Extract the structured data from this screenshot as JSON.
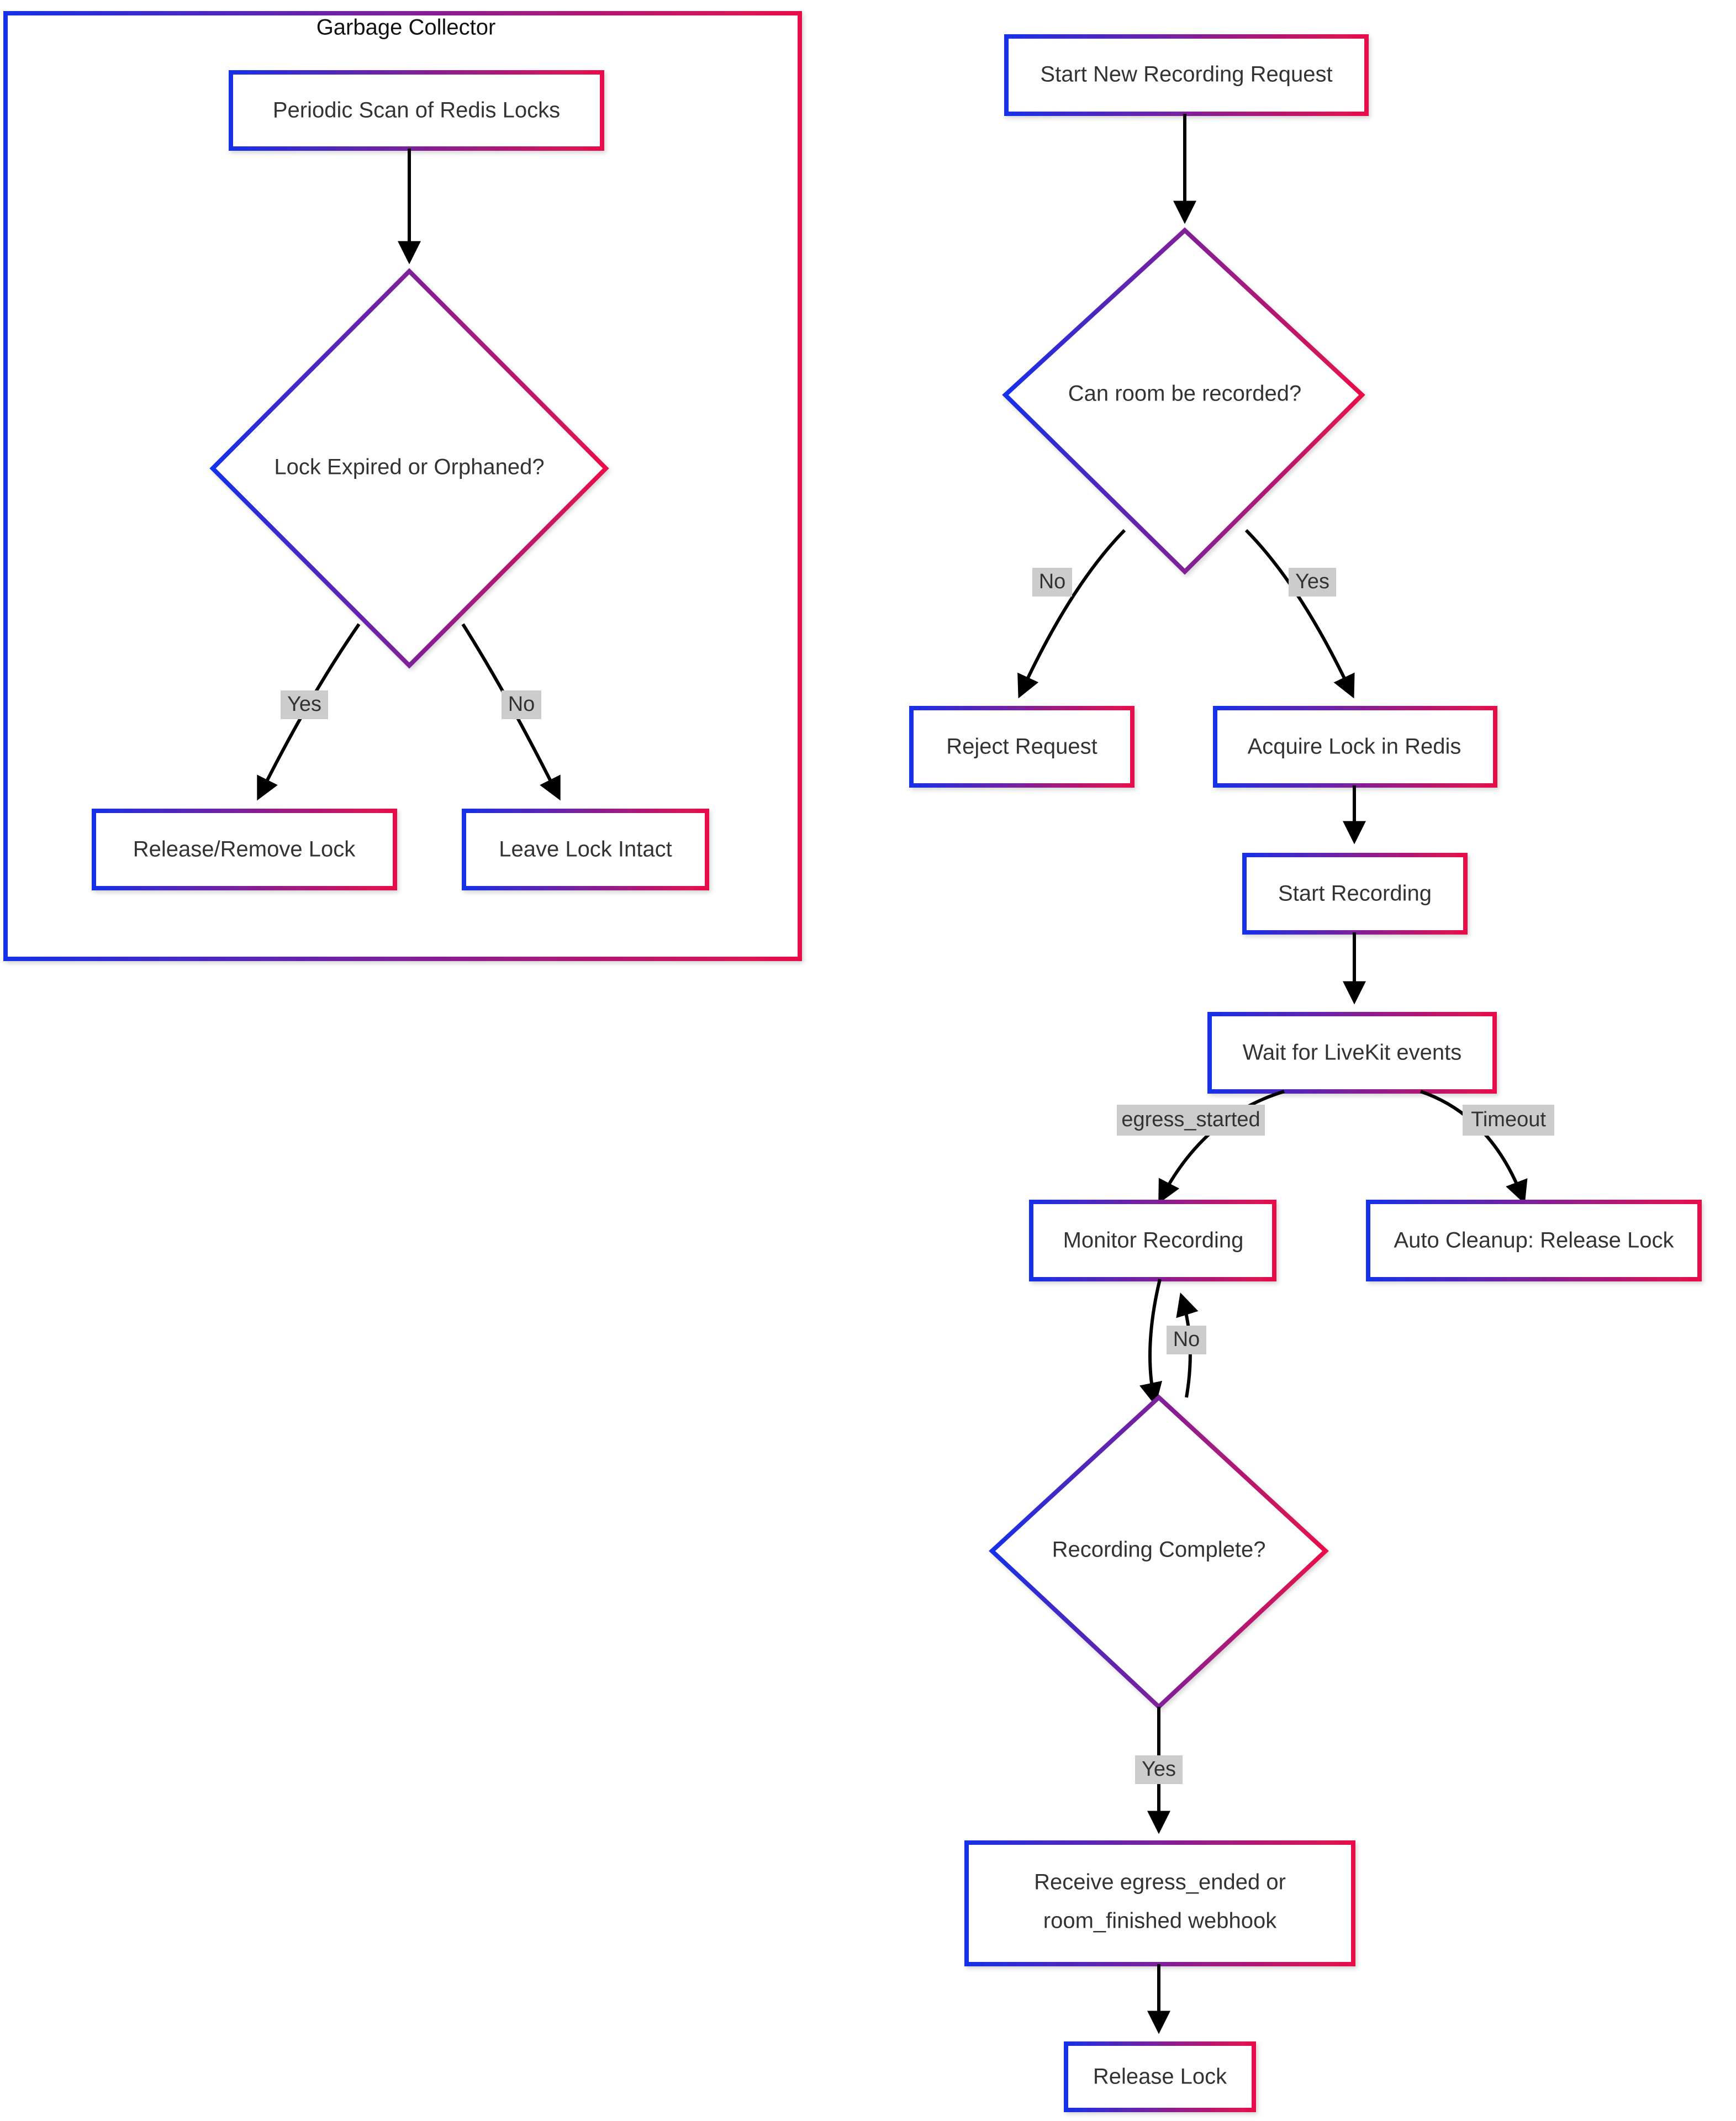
{
  "theme": {
    "gradient_start": "#1630e8",
    "gradient_end": "#e8104a",
    "node_fill": "#ffffff",
    "edge_color": "#000000",
    "edge_label_bg": "#cccccc",
    "text_color": "#333333",
    "background": "#ffffff"
  },
  "subgraph": {
    "title": "Garbage Collector"
  },
  "nodes": {
    "periodic_scan": "Periodic Scan of Redis Locks",
    "lock_expired": "Lock Expired or Orphaned?",
    "release_remove_lock": "Release/Remove Lock",
    "leave_lock_intact": "Leave Lock Intact",
    "start_new_recording": "Start New Recording Request",
    "can_room_be_recorded": "Can room be recorded?",
    "reject_request": "Reject Request",
    "acquire_lock": "Acquire Lock in Redis",
    "start_recording": "Start Recording",
    "wait_for_livekit": "Wait for LiveKit events",
    "monitor_recording": "Monitor Recording",
    "auto_cleanup": "Auto Cleanup: Release Lock",
    "recording_complete": "Recording Complete?",
    "receive_webhook_line1": "Receive egress_ended or",
    "receive_webhook_line2": "room_finished webhook",
    "release_lock": "Release Lock"
  },
  "edge_labels": {
    "gc_yes": "Yes",
    "gc_no": "No",
    "room_no": "No",
    "room_yes": "Yes",
    "egress_started": "egress_started",
    "timeout": "Timeout",
    "monitor_no": "No",
    "complete_yes": "Yes"
  },
  "flow": {
    "type": "flowchart",
    "direction": "top-down",
    "edges": [
      {
        "from": "periodic_scan",
        "to": "lock_expired",
        "label": ""
      },
      {
        "from": "lock_expired",
        "to": "release_remove_lock",
        "label": "Yes"
      },
      {
        "from": "lock_expired",
        "to": "leave_lock_intact",
        "label": "No"
      },
      {
        "from": "start_new_recording",
        "to": "can_room_be_recorded",
        "label": ""
      },
      {
        "from": "can_room_be_recorded",
        "to": "reject_request",
        "label": "No"
      },
      {
        "from": "can_room_be_recorded",
        "to": "acquire_lock",
        "label": "Yes"
      },
      {
        "from": "acquire_lock",
        "to": "start_recording",
        "label": ""
      },
      {
        "from": "start_recording",
        "to": "wait_for_livekit",
        "label": ""
      },
      {
        "from": "wait_for_livekit",
        "to": "monitor_recording",
        "label": "egress_started"
      },
      {
        "from": "wait_for_livekit",
        "to": "auto_cleanup",
        "label": "Timeout"
      },
      {
        "from": "monitor_recording",
        "to": "recording_complete",
        "label": ""
      },
      {
        "from": "recording_complete",
        "to": "monitor_recording",
        "label": "No"
      },
      {
        "from": "recording_complete",
        "to": "receive_webhook",
        "label": "Yes"
      },
      {
        "from": "receive_webhook",
        "to": "release_lock",
        "label": ""
      }
    ]
  }
}
